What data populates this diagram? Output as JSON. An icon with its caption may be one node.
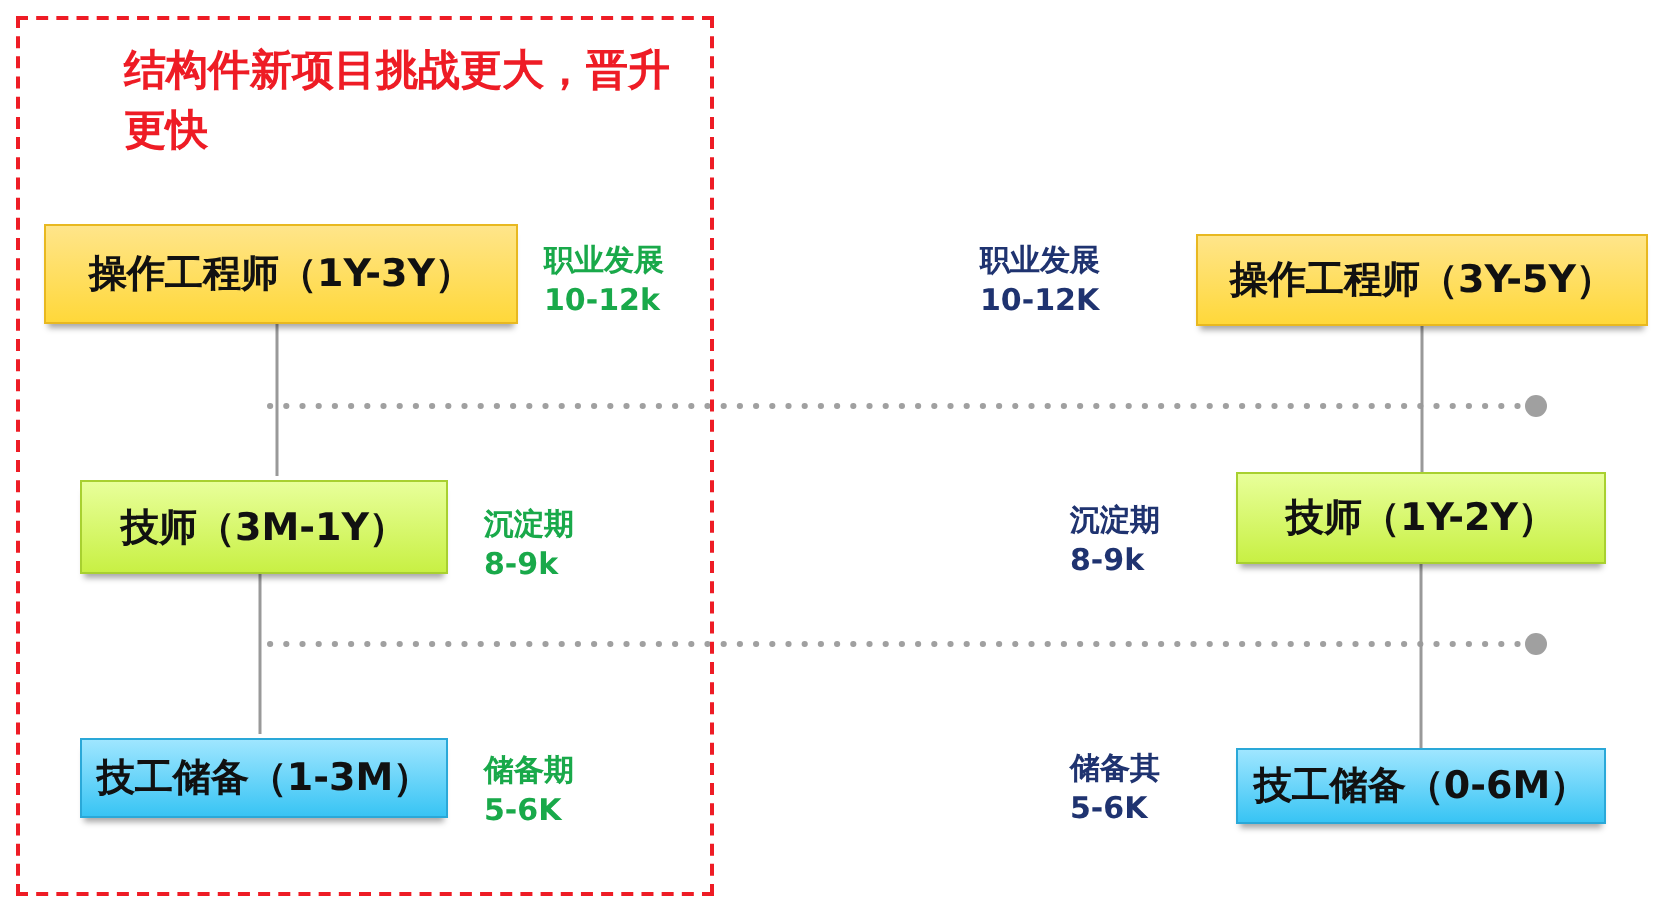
{
  "diagram": {
    "nodes": [
      {
        "text": [
          "结构件新项目挑战更大，晋升更快"
        ]
      },
      {
        "text": [
          "操作工程师（1Y-3Y）"
        ],
        "in": 0,
        "beside": [
          "职业发展",
          "10-12k"
        ]
      },
      {
        "text": [
          "技师（3M-1Y）"
        ],
        "in": 0,
        "beside": [
          "沉淀期",
          "8-9k"
        ]
      },
      {
        "text": [
          "技工储备（1-3M）"
        ],
        "in": 0,
        "beside": [
          "储备期",
          "5-6K"
        ]
      },
      {
        "text": [
          "操作工程师（3Y-5Y）"
        ],
        "beside": [
          "职业发展",
          "10-12K"
        ]
      },
      {
        "text": [
          "技师（1Y-2Y）"
        ],
        "beside": [
          "沉淀期",
          "8-9k"
        ]
      },
      {
        "text": [
          "技工储备（0-6M）"
        ],
        "beside": [
          "储备其",
          "5-6K"
        ]
      }
    ],
    "edges": [
      {
        "from": 1,
        "to": 2,
        "arrow": "none"
      },
      {
        "from": 2,
        "to": 3,
        "arrow": "none"
      },
      {
        "from": 4,
        "to": 5,
        "arrow": "none"
      },
      {
        "from": 5,
        "to": 6,
        "arrow": "none"
      }
    ]
  }
}
